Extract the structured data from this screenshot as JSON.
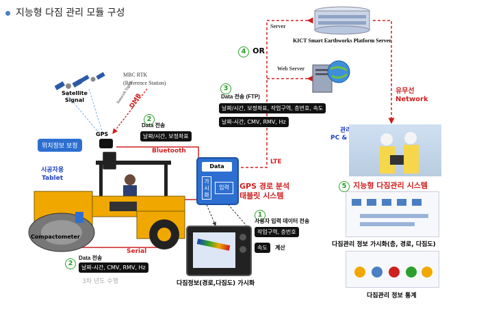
{
  "title": "지능형 다짐 관리 모듈 구성",
  "server": {
    "label": "Server",
    "platform": "KICT Smart Earthworks Platform Server",
    "web_server": "Web Server"
  },
  "step4": {
    "num": "4",
    "text": "OR"
  },
  "step3": {
    "num": "3",
    "head": "Data 전송 (FTP)",
    "line1": "날짜/시간, 보정좌표, 작업구역, 층번호, 속도",
    "line2": "날짜-시간, CMV, RMV, Hz"
  },
  "network": {
    "line1": "유무선",
    "line2": "Network"
  },
  "lte": "LTE",
  "mbc": {
    "line1": "MBC RTK",
    "line2": "(Reference Station)"
  },
  "satellite": {
    "line1": "Satellite",
    "line2": "Signal"
  },
  "network_signal": "Network Signal",
  "dmb": "DMB",
  "step2a": {
    "num": "2",
    "head": "Data 전송",
    "box": "날짜/시간, 보정좌표"
  },
  "gps": "GPS",
  "bluetooth": "Bluetooth",
  "position_correction": "위치정보 보정",
  "tablet": {
    "line1": "시공자용",
    "line2": "Tablet"
  },
  "compactometer": "Compactometer",
  "serial": "Serial",
  "device": {
    "data": "Data",
    "vis": "가시화",
    "input": "입력"
  },
  "gps_analysis": {
    "line1": "GPS 경로 분석",
    "line2": "태블릿 시스템"
  },
  "step1": {
    "num": "1",
    "head": "사용자 입력 데이터 전송",
    "box1": "작업구역, 층번호",
    "box2": "속도",
    "calc": "계산"
  },
  "step2b": {
    "num": "2",
    "head": "Data 전송",
    "box": "날짜-시간, CMV, RMV, Hz"
  },
  "year3": "3차 년도 수행",
  "viz_caption": "다짐정보(경로,다짐도) 가시화",
  "admin": {
    "line1": "관리자용",
    "line2": "PC & Mobile"
  },
  "step5": {
    "num": "5",
    "text": "지능형 다짐관리 시스템"
  },
  "caption_viz": "다짐관리 정보 가시화(층, 경로, 다짐도)",
  "caption_stats": "다짐관리 정보 통계",
  "colors": {
    "red": "#d01f1f",
    "blue": "#1c3fbf",
    "green": "#2aa02a",
    "roller_yellow": "#f0a800"
  }
}
